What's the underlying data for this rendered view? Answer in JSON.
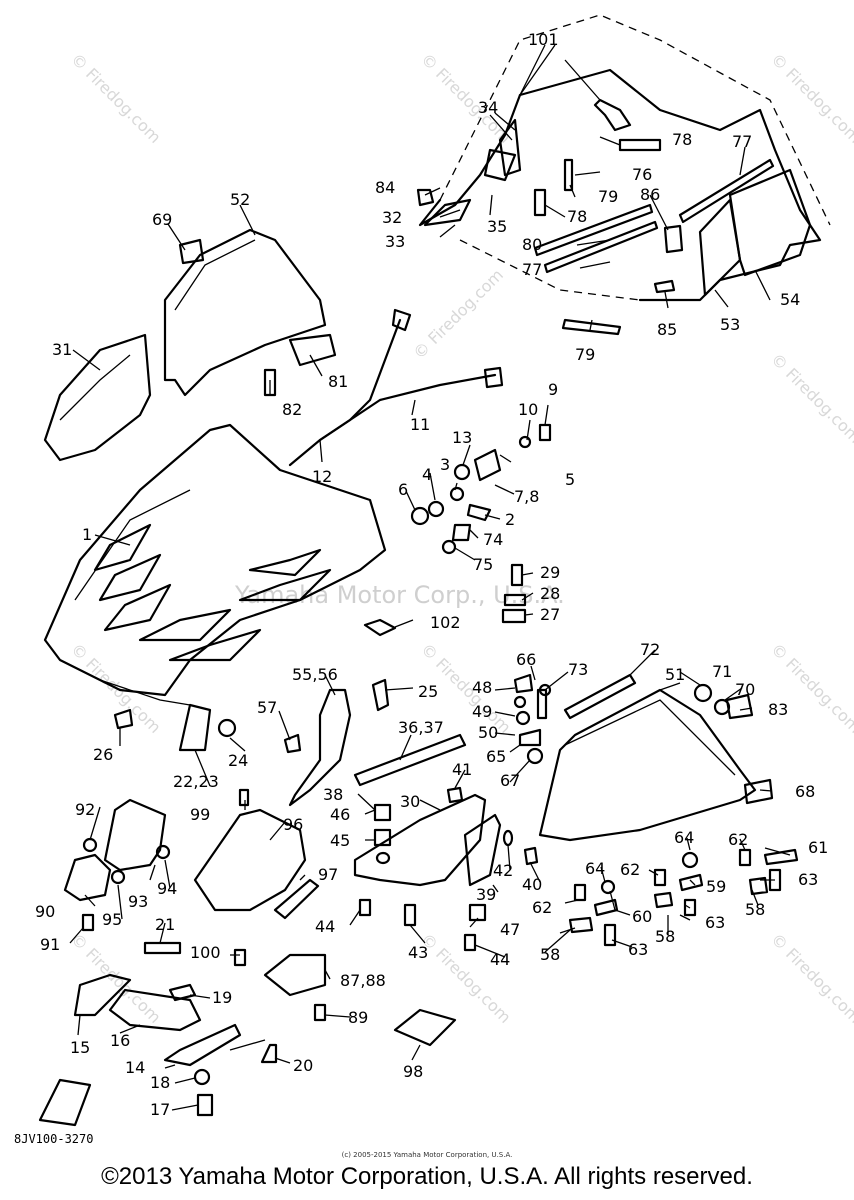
{
  "watermark": {
    "site": "© Firedog.com",
    "center": "Yamaha Motor Corp., U.S.A."
  },
  "doc_code": "8JV100-3270",
  "small_copyright": "(c) 2005-2015 Yamaha Motor Corporation, U.S.A.",
  "copyright": "©2013 Yamaha Motor Corporation, U.S.A. All rights reserved.",
  "labels": {
    "p101": "101",
    "p34": "34",
    "p78a": "78",
    "p77a": "77",
    "p76": "76",
    "p84": "84",
    "p79a": "79",
    "p86": "86",
    "p32": "32",
    "p35": "35",
    "p78b": "78",
    "p33": "33",
    "p80": "80",
    "p77b": "77",
    "p54": "54",
    "p85": "85",
    "p53": "53",
    "p79b": "79",
    "p52": "52",
    "p69": "69",
    "p31": "31",
    "p81": "81",
    "p82": "82",
    "p11": "11",
    "p9": "9",
    "p10": "10",
    "p12": "12",
    "p13": "13",
    "p3": "3",
    "p5": "5",
    "p6": "6",
    "p4": "4",
    "p78c": "7,8",
    "p2": "2",
    "p1": "1",
    "p74": "74",
    "p75": "75",
    "p29": "29",
    "p28": "28",
    "p27": "27",
    "p102": "102",
    "p72": "72",
    "p66": "66",
    "p73": "73",
    "p5556": "55,56",
    "p48": "48",
    "p71": "71",
    "p51": "51",
    "p70": "70",
    "p25": "25",
    "p49": "49",
    "p83": "83",
    "p57": "57",
    "p50": "50",
    "p3637": "36,37",
    "p26": "26",
    "p65": "65",
    "p24": "24",
    "p67": "67",
    "p41": "41",
    "p2223": "22,23",
    "p68": "68",
    "p38": "38",
    "p92": "92",
    "p99": "99",
    "p30": "30",
    "p96": "96",
    "p46": "46",
    "p64a": "64",
    "p62a": "62",
    "p61": "61",
    "p45": "45",
    "p42": "42",
    "p93": "93",
    "p94": "94",
    "p97": "97",
    "p64b": "64",
    "p62b": "62",
    "p63a": "63",
    "p40": "40",
    "p59": "59",
    "p90": "90",
    "p95": "95",
    "p39": "39",
    "p58a": "58",
    "p62c": "62",
    "p44a": "44",
    "p60": "60",
    "p47": "47",
    "p63b": "63",
    "p58b": "58",
    "p21": "21",
    "p91": "91",
    "p43": "43",
    "p58c": "58",
    "p63c": "63",
    "p100": "100",
    "p44b": "44",
    "p8788": "87,88",
    "p19": "19",
    "p89": "89",
    "p15": "15",
    "p16": "16",
    "p20": "20",
    "p14": "14",
    "p98": "98",
    "p18": "18",
    "p17": "17"
  }
}
